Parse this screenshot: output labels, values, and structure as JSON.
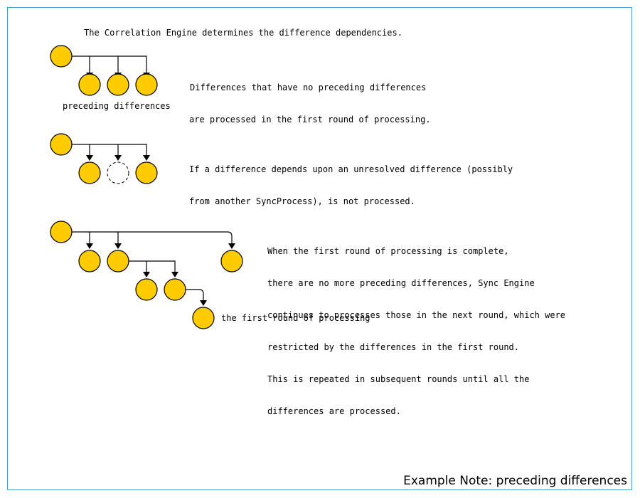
{
  "intro": "The Correlation Engine determines the difference dependencies.",
  "example1": {
    "label": "preceding differences",
    "lines": [
      "Differences that have no preceding differences",
      "are processed in the first round of processing."
    ]
  },
  "example2": {
    "lines": [
      "If a difference depends upon an unresolved difference (possibly",
      "from another SyncProcess), is not processed."
    ]
  },
  "example3": {
    "label": "the first round of processing",
    "lines": [
      "When the first round of processing is complete,",
      "there are no more preceding differences, Sync Engine",
      "continues to processes those in the next round, which were",
      "restricted by the differences in the first round.",
      "This is repeated in subsequent rounds until all the",
      "differences are processed."
    ]
  },
  "caption": "Example Note: preceding differences",
  "colors": {
    "node_fill": "#ffcc00",
    "frame": "#4aa3c7"
  }
}
